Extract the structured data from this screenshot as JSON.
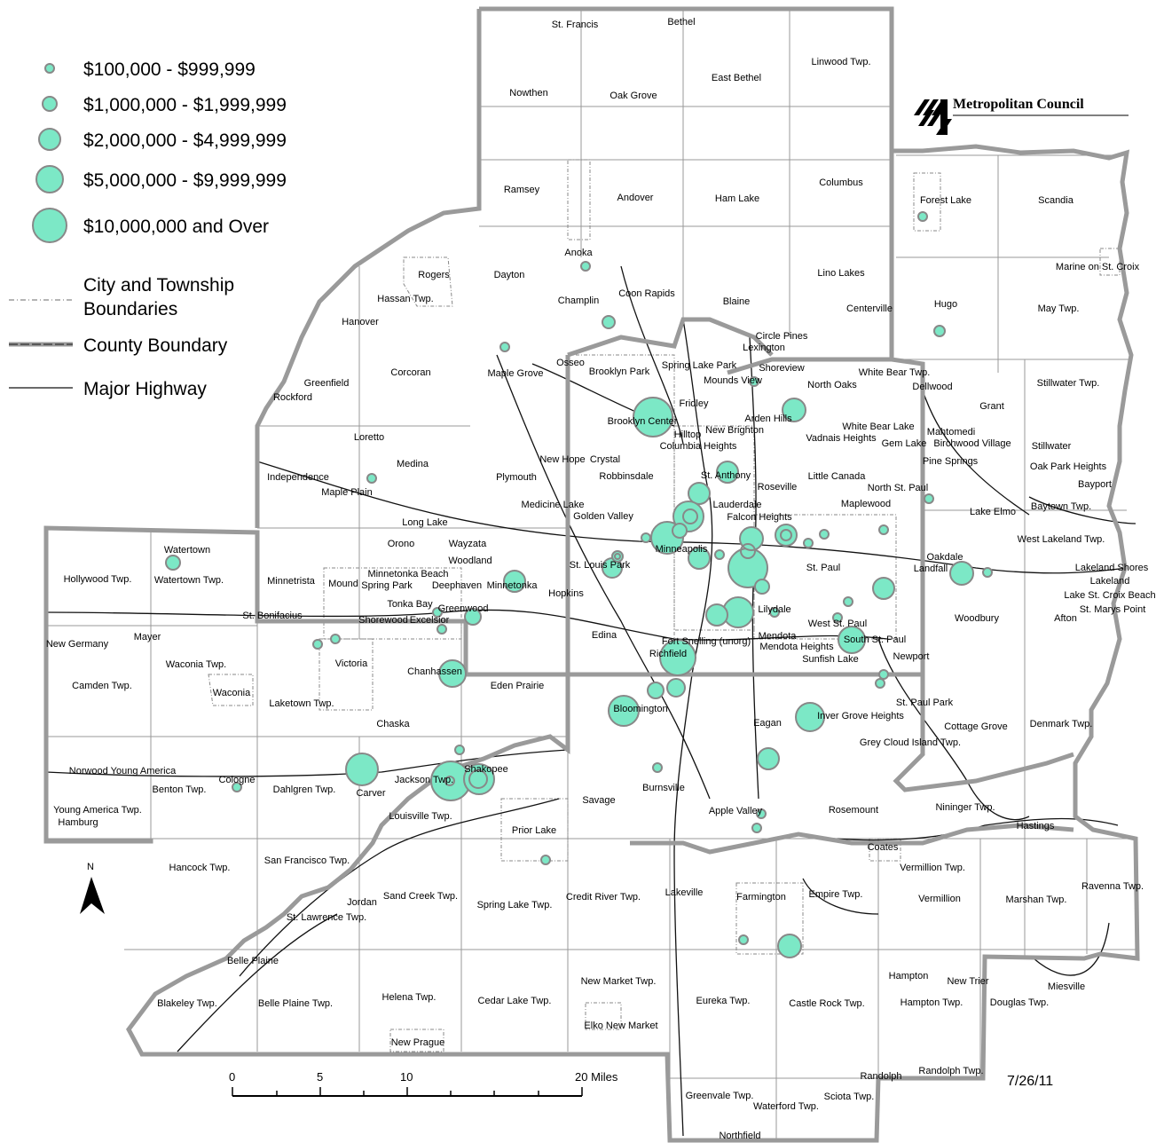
{
  "legend": {
    "size_classes": [
      {
        "label": "$100,000 - $999,999",
        "r": 5
      },
      {
        "label": "$1,000,000 - $1,999,999",
        "r": 8
      },
      {
        "label": "$2,000,000 - $4,999,999",
        "r": 12
      },
      {
        "label": "$5,000,000 - $9,999,999",
        "r": 15
      },
      {
        "label": "$10,000,000 and Over",
        "r": 19
      }
    ],
    "lines": [
      {
        "label_1": "City and Township",
        "label_2": "Boundaries"
      },
      {
        "label_1": "County Boundary"
      },
      {
        "label_1": "Major Highway"
      }
    ]
  },
  "colors": {
    "bubble": "#7ce8c6",
    "bubble_stroke": "#888888",
    "county": "#9a9a9a"
  },
  "logo": {
    "text": "Metropolitan Council"
  },
  "north_arrow": {
    "label": "N"
  },
  "scale_bar": {
    "ticks": [
      "0",
      "5",
      "10",
      "20 Miles"
    ]
  },
  "date": "7/26/11",
  "places": [
    "St. Francis",
    "Bethel",
    "Linwood Twp.",
    "Nowthen",
    "Oak Grove",
    "East Bethel",
    "Ramsey",
    "Andover",
    "Ham Lake",
    "Columbus",
    "Forest Lake",
    "Scandia",
    "Anoka",
    "Dayton",
    "Rogers",
    "Hassan Twp.",
    "Champlin",
    "Coon Rapids",
    "Blaine",
    "Lino Lakes",
    "Centerville",
    "Hugo",
    "May Twp.",
    "Marine on St. Croix",
    "Hanover",
    "Circle Pines",
    "Lexington",
    "Osseo",
    "Brooklyn Park",
    "Maple Grove",
    "Corcoran",
    "Greenfield",
    "Rockford",
    "Spring Lake Park",
    "Mounds View",
    "Shoreview",
    "North Oaks",
    "White Bear Twp.",
    "Dellwood",
    "Grant",
    "Stillwater Twp.",
    "Brooklyn Center",
    "Fridley",
    "Arden Hills",
    "Hilltop",
    "New Brighton",
    "Columbia Heights",
    "White Bear Lake",
    "Vadnais Heights",
    "Gem Lake",
    "Mahtomedi",
    "Birchwood Village",
    "Stillwater",
    "Loretto",
    "Medina",
    "Independence",
    "Maple Plain",
    "New Hope",
    "Crystal",
    "Robbinsdale",
    "Plymouth",
    "St. Anthony",
    "Roseville",
    "Little Canada",
    "North St. Paul",
    "Pine Springs",
    "Oak Park Heights",
    "Bayport",
    "Medicine Lake",
    "Golden Valley",
    "Lauderdale",
    "Falcon Heights",
    "Maplewood",
    "Lake Elmo",
    "Baytown Twp.",
    "West Lakeland Twp.",
    "Long Lake",
    "Wayzata",
    "Orono",
    "Woodland",
    "Watertown",
    "Watertown Twp.",
    "Hollywood Twp.",
    "Minnetrista",
    "Mound",
    "Minnetonka Beach",
    "Spring Park",
    "Deephaven",
    "Minnetonka",
    "St. Louis Park",
    "Minneapolis",
    "St. Paul",
    "Oakdale",
    "Landfall",
    "Lakeland Shores",
    "Lakeland",
    "Lake St. Croix Beach",
    "St. Marys Point",
    "Afton",
    "Woodbury",
    "Tonka Bay",
    "Shorewood",
    "Excelsior",
    "Greenwood",
    "Hopkins",
    "St. Bonifacius",
    "Mayer",
    "New Germany",
    "Lilydale",
    "West St. Paul",
    "South St. Paul",
    "Mendota",
    "Mendota Heights",
    "Sunfish Lake",
    "Fort Snelling (unorg)",
    "Richfield",
    "Edina",
    "Newport",
    "Waconia Twp.",
    "Waconia",
    "Victoria",
    "Camden Twp.",
    "Laketown Twp.",
    "Chanhassen",
    "Eden Prairie",
    "Bloomington",
    "Inver Grove Heights",
    "St. Paul Park",
    "Cottage Grove",
    "Denmark Twp.",
    "Eagan",
    "Grey Cloud Island Twp.",
    "Chaska",
    "Norwood Young America",
    "Benton Twp.",
    "Cologne",
    "Dahlgren Twp.",
    "Carver",
    "Jackson Twp.",
    "Shakopee",
    "Burnsville",
    "Savage",
    "Young America Twp.",
    "Hamburg",
    "Louisville Twp.",
    "Apple Valley",
    "Rosemount",
    "Nininger Twp.",
    "Hastings",
    "Prior Lake",
    "Coates",
    "Hancock Twp.",
    "San Francisco Twp.",
    "Vermillion Twp.",
    "Ravenna Twp.",
    "Sand Creek Twp.",
    "Jordan",
    "Spring Lake Twp.",
    "Credit River Twp.",
    "Lakeville",
    "Farmington",
    "Empire Twp.",
    "Vermillion",
    "Marshan Twp.",
    "St. Lawrence Twp.",
    "Belle Plaine",
    "Hampton",
    "New Trier",
    "Miesville",
    "New Market Twp.",
    "Blakeley Twp.",
    "Belle Plaine Twp.",
    "Helena Twp.",
    "Cedar Lake Twp.",
    "Eureka Twp.",
    "Castle Rock Twp.",
    "Hampton Twp.",
    "Douglas Twp.",
    "Elko New Market",
    "New Prague",
    "Randolph",
    "Randolph Twp.",
    "Greenvale Twp.",
    "Waterford Twp.",
    "Sciota Twp.",
    "Northfield"
  ],
  "bubbles": [
    {
      "place": "Brooklyn Center",
      "amount_class": 5
    },
    {
      "place": "Minneapolis",
      "amount_class": 5
    },
    {
      "place": "St. Paul",
      "amount_class": 5
    },
    {
      "place": "Carver",
      "amount_class": 4
    },
    {
      "place": "Jackson Twp.",
      "amount_class": 5
    },
    {
      "place": "Shakopee",
      "amount_class": 4
    },
    {
      "place": "Farmington",
      "amount_class": 3
    }
  ]
}
